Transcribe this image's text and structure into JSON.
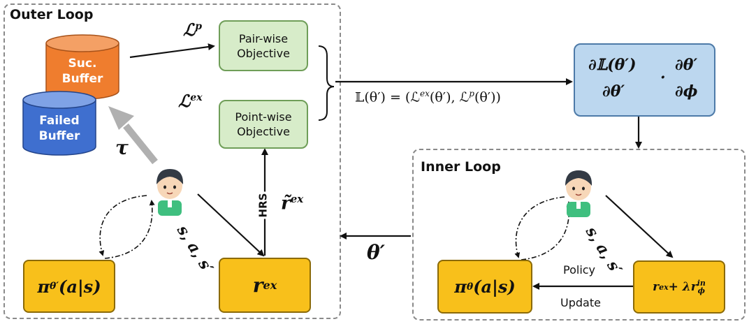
{
  "outer_loop": {
    "title": "Outer Loop",
    "suc_buffer": "Suc.\nBuffer",
    "failed_buffer": "Failed\nBuffer",
    "tau": "τ",
    "pairwise_label": "Pair-wise\nObjective",
    "pointwise_label": "Point-wise\nObjective",
    "l_p": "ℒ",
    "l_p_sup": "p",
    "l_ex": "ℒ",
    "l_ex_sup": "ex",
    "policy": "π",
    "policy_sub": "θ′",
    "policy_arg": "(a|s)",
    "reward": "r",
    "reward_sup": "ex",
    "hrs": "HRS",
    "r_tilde": "r̃",
    "r_tilde_sup": "ex",
    "transition": "s, a, s′"
  },
  "aggregate": {
    "formula": "𝕃(θ′) = (ℒ",
    "formula_sup1": "ex",
    "formula_mid": "(θ′), ℒ",
    "formula_sup2": "p",
    "formula_end": "(θ′))",
    "gradient_num1": "∂𝕃(θ′)",
    "gradient_den1": "∂θ′",
    "gradient_dot": "·",
    "gradient_num2": "∂θ′",
    "gradient_den2": "∂ϕ"
  },
  "theta_prime": "θ′",
  "inner_loop": {
    "title": "Inner Loop",
    "policy": "π",
    "policy_sub": "θ",
    "policy_arg": "(a|s)",
    "reward_main": "r",
    "reward_sup": "ex",
    "reward_plus": " + λr",
    "reward_in_sup": "in",
    "reward_in_sub": "ϕ",
    "policy_label": "Policy",
    "update_label": "Update",
    "transition": "s, a, s′"
  },
  "colors": {
    "green_box": "#d7ecc9",
    "yellow_box": "#f8c01b",
    "blue_box": "#bcd7ef",
    "suc_buffer": "#ef7d2e",
    "failed_buffer": "#3f6fcf",
    "arrow_gray": "#b0b0b0"
  }
}
